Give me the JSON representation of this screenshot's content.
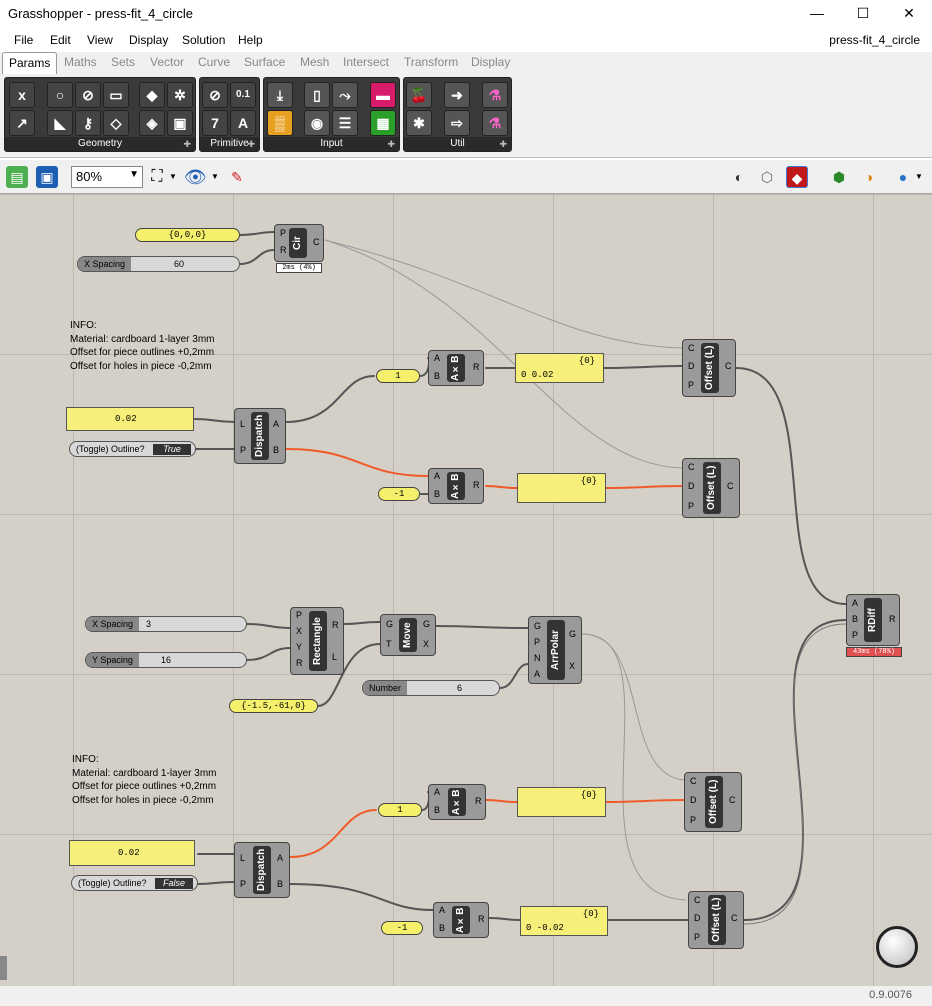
{
  "window": {
    "title": "Grasshopper - press-fit_4_circle",
    "minimize": "—",
    "maximize": "☐",
    "close": "✕"
  },
  "menubar": {
    "items": [
      "File",
      "Edit",
      "View",
      "Display",
      "Solution",
      "Help"
    ],
    "document_name": "press-fit_4_circle"
  },
  "tabs": [
    "Params",
    "Maths",
    "Sets",
    "Vector",
    "Curve",
    "Surface",
    "Mesh",
    "Intersect",
    "Transform",
    "Display"
  ],
  "ribbon": {
    "groups": [
      {
        "label": "Geometry",
        "icons": [
          "x",
          "○",
          "⊘",
          "▭",
          "◆",
          "✲",
          "↗",
          "◣",
          "⚷",
          "◇",
          "◈",
          "▣"
        ]
      },
      {
        "label": "Primitive",
        "icons": [
          "⊘",
          "0.1",
          "7",
          "A"
        ]
      },
      {
        "label": "Input",
        "icons": [
          "⤓",
          "▯",
          "⤳",
          "▬",
          "▒",
          "◉",
          "☰",
          "▦"
        ]
      },
      {
        "label": "Util",
        "icons": [
          "🍒",
          "➜",
          "⚗",
          "✱",
          "⇨",
          "⚗"
        ]
      }
    ]
  },
  "toolbar": {
    "zoom": "80%"
  },
  "canvas": {
    "panels": {
      "origin": "{0,0,0}",
      "d1": "0.02",
      "d2": "0.02",
      "i1": "1",
      "m1": "-1",
      "i2": "1",
      "m2": "-1",
      "pt": "{-1.5,-61,0}",
      "out1_index": "{0}",
      "out1_value": "0 0.02",
      "out2_index": "{0}",
      "out3_index": "{0}",
      "out4_index": "{0}",
      "out4_value": "0 -0.02"
    },
    "sliders": {
      "xs_top": {
        "name": "X Spacing",
        "value": "60"
      },
      "xs": {
        "name": "X Spacing",
        "value": "3"
      },
      "ys": {
        "name": "Y Spacing",
        "value": "16"
      },
      "num": {
        "name": "Number",
        "value": "6"
      }
    },
    "toggles": {
      "t1": {
        "name": "(Toggle) Outline?",
        "value": "True"
      },
      "t2": {
        "name": "(Toggle) Outline?",
        "value": "False"
      }
    },
    "notes": {
      "info1": "INFO:\nMaterial: cardboard 1-layer 3mm\nOffset for piece outlines +0,2mm\nOffset for holes in piece -0,2mm",
      "info2": "INFO:\nMaterial: cardboard 1-layer 3mm\nOffset for piece outlines +0,2mm\nOffset for holes in piece -0,2mm"
    },
    "components": {
      "cir": {
        "name": "Cir",
        "inputs": [
          "P",
          "R"
        ],
        "outputs": [
          "C"
        ],
        "timer": "2ms (4%)"
      },
      "dispatch1": {
        "name": "Dispatch",
        "inputs": [
          "L",
          "P"
        ],
        "outputs": [
          "A",
          "B"
        ]
      },
      "dispatch2": {
        "name": "Dispatch",
        "inputs": [
          "L",
          "P"
        ],
        "outputs": [
          "A",
          "B"
        ]
      },
      "mul1": {
        "name": "A×B",
        "inputs": [
          "A",
          "B"
        ],
        "outputs": [
          "R"
        ]
      },
      "mul2": {
        "name": "A×B",
        "inputs": [
          "A",
          "B"
        ],
        "outputs": [
          "R"
        ]
      },
      "mul3": {
        "name": "A×B",
        "inputs": [
          "A",
          "B"
        ],
        "outputs": [
          "R"
        ]
      },
      "mul4": {
        "name": "A×B",
        "inputs": [
          "A",
          "B"
        ],
        "outputs": [
          "R"
        ]
      },
      "off1": {
        "name": "Offset (L)",
        "inputs": [
          "C",
          "D",
          "P"
        ],
        "outputs": [
          "C"
        ]
      },
      "off2": {
        "name": "Offset (L)",
        "inputs": [
          "C",
          "D",
          "P"
        ],
        "outputs": [
          "C"
        ]
      },
      "off3": {
        "name": "Offset (L)",
        "inputs": [
          "C",
          "D",
          "P"
        ],
        "outputs": [
          "C"
        ]
      },
      "off4": {
        "name": "Offset (L)",
        "inputs": [
          "C",
          "D",
          "P"
        ],
        "outputs": [
          "C"
        ]
      },
      "rect": {
        "name": "Rectangle",
        "inputs": [
          "P",
          "X",
          "Y",
          "R"
        ],
        "outputs": [
          "R",
          "L"
        ]
      },
      "move": {
        "name": "Move",
        "inputs": [
          "G",
          "T"
        ],
        "outputs": [
          "G",
          "X"
        ]
      },
      "arr": {
        "name": "ArrPolar",
        "inputs": [
          "G",
          "P",
          "N",
          "A"
        ],
        "outputs": [
          "G",
          "X"
        ]
      },
      "rdiff": {
        "name": "RDiff",
        "inputs": [
          "A",
          "B",
          "P"
        ],
        "outputs": [
          "R"
        ],
        "timer": "43ms (78%)"
      }
    }
  },
  "statusbar": {
    "version": "0.9.0076"
  }
}
